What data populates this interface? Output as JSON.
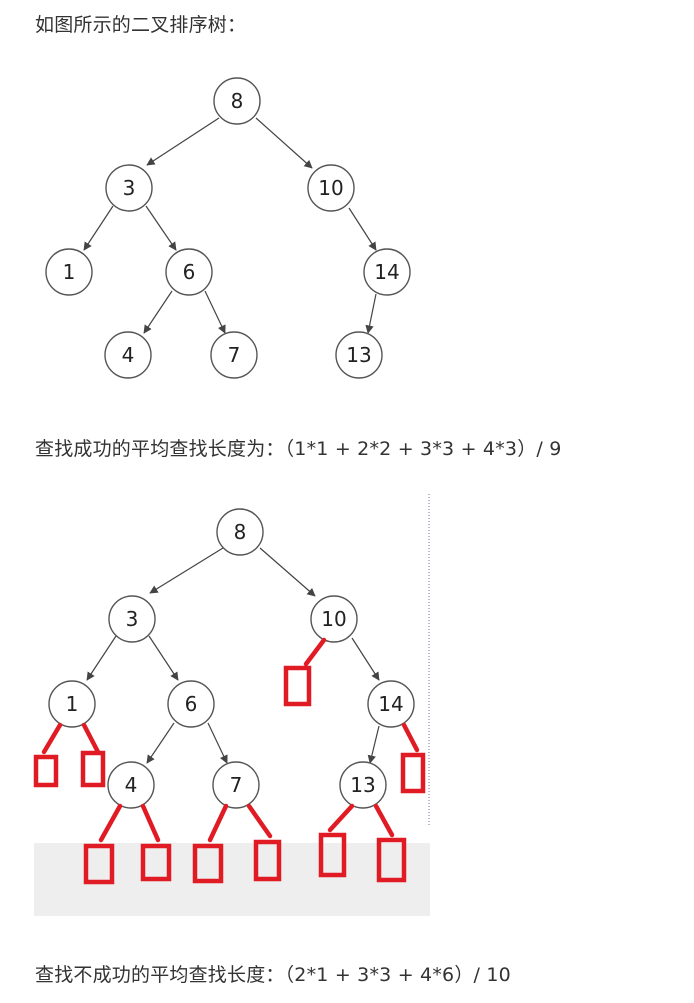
{
  "intro_text": "如图所示的二叉排序树：",
  "success_text": "查找成功的平均查找长度为：（1*1 + 2*2 + 3*3 + 4*3）/ 9",
  "fail_text": "查找不成功的平均查找长度：（2*1 + 3*3 + 4*6）/ 10",
  "tree": {
    "nodes": [
      "8",
      "3",
      "10",
      "1",
      "6",
      "14",
      "4",
      "7",
      "13"
    ],
    "edges": [
      [
        "8",
        "3"
      ],
      [
        "8",
        "10"
      ],
      [
        "3",
        "1"
      ],
      [
        "3",
        "6"
      ],
      [
        "10",
        "14"
      ],
      [
        "6",
        "4"
      ],
      [
        "6",
        "7"
      ],
      [
        "14",
        "13"
      ]
    ]
  },
  "colors": {
    "null_marker": "#e01b24",
    "node_stroke": "#555555",
    "text": "#333333"
  }
}
